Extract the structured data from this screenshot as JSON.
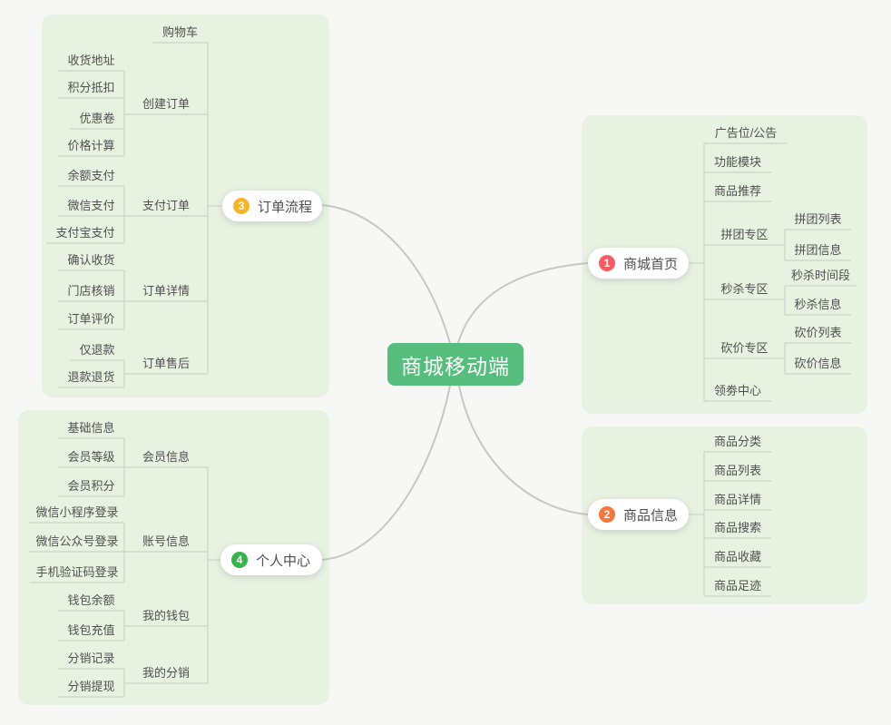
{
  "colors": {
    "page_background": "#f7f8f6",
    "panel_background": "#e8f2e1",
    "tree_line": "#c9ccc4",
    "curve_line": "#c6c6c6",
    "center_node": "#57bd7c",
    "topic_text": "#4f4f4f"
  },
  "center": {
    "label": "商城移动端"
  },
  "branches": [
    {
      "id": "home",
      "number": "1",
      "label": "商城首页",
      "badge_color": "#f55f63",
      "children": [
        {
          "id": "ad",
          "label": "广告位/公告"
        },
        {
          "id": "modules",
          "label": "功能模块"
        },
        {
          "id": "recommend",
          "label": "商品推荐"
        },
        {
          "id": "groupbuy",
          "label": "拼团专区",
          "children": [
            {
              "id": "groupbuy-list",
              "label": "拼团列表"
            },
            {
              "id": "groupbuy-info",
              "label": "拼团信息"
            }
          ]
        },
        {
          "id": "seckill",
          "label": "秒杀专区",
          "children": [
            {
              "id": "seckill-time",
              "label": "秒杀时间段"
            },
            {
              "id": "seckill-info",
              "label": "秒杀信息"
            }
          ]
        },
        {
          "id": "bargain",
          "label": "砍价专区",
          "children": [
            {
              "id": "bargain-list",
              "label": "砍价列表"
            },
            {
              "id": "bargain-info",
              "label": "砍价信息"
            }
          ]
        },
        {
          "id": "coupon-center",
          "label": "领劵中心"
        }
      ]
    },
    {
      "id": "product",
      "number": "2",
      "label": "商品信息",
      "badge_color": "#f8773c",
      "children": [
        {
          "id": "product-category",
          "label": "商品分类"
        },
        {
          "id": "product-list",
          "label": "商品列表"
        },
        {
          "id": "product-detail",
          "label": "商品详情"
        },
        {
          "id": "product-search",
          "label": "商品搜索"
        },
        {
          "id": "product-favorite",
          "label": "商品收藏"
        },
        {
          "id": "product-footprint",
          "label": "商品足迹"
        }
      ]
    },
    {
      "id": "order",
      "number": "3",
      "label": "订单流程",
      "badge_color": "#f7b52b",
      "children": [
        {
          "id": "cart",
          "label": "购物车"
        },
        {
          "id": "order-create",
          "label": "创建订单",
          "children": [
            {
              "id": "address",
              "label": "收货地址"
            },
            {
              "id": "points-deduct",
              "label": "积分抵扣"
            },
            {
              "id": "coupon",
              "label": "优惠卷"
            },
            {
              "id": "price-calc",
              "label": "价格计算"
            }
          ]
        },
        {
          "id": "order-pay",
          "label": "支付订单",
          "children": [
            {
              "id": "balance-pay",
              "label": "余额支付"
            },
            {
              "id": "wechat-pay",
              "label": "微信支付"
            },
            {
              "id": "alipay",
              "label": "支付宝支付"
            }
          ]
        },
        {
          "id": "order-detail",
          "label": "订单详情",
          "children": [
            {
              "id": "confirm-receipt",
              "label": "确认收货"
            },
            {
              "id": "store-verify",
              "label": "门店核销"
            },
            {
              "id": "order-review",
              "label": "订单评价"
            }
          ]
        },
        {
          "id": "order-aftersale",
          "label": "订单售后",
          "children": [
            {
              "id": "refund-only",
              "label": "仅退款"
            },
            {
              "id": "refund-return",
              "label": "退款退货"
            }
          ]
        }
      ]
    },
    {
      "id": "profile",
      "number": "4",
      "label": "个人中心",
      "badge_color": "#36b34a",
      "children": [
        {
          "id": "member-info",
          "label": "会员信息",
          "children": [
            {
              "id": "basic-info",
              "label": "基础信息"
            },
            {
              "id": "member-level",
              "label": "会员等级"
            },
            {
              "id": "member-points",
              "label": "会员积分"
            }
          ]
        },
        {
          "id": "account-info",
          "label": "账号信息",
          "children": [
            {
              "id": "wechat-mini-login",
              "label": "微信小程序登录"
            },
            {
              "id": "wechat-official-login",
              "label": "微信公众号登录"
            },
            {
              "id": "phone-code-login",
              "label": "手机验证码登录"
            }
          ]
        },
        {
          "id": "my-wallet",
          "label": "我的钱包",
          "children": [
            {
              "id": "wallet-balance",
              "label": "钱包余额"
            },
            {
              "id": "wallet-recharge",
              "label": "钱包充值"
            }
          ]
        },
        {
          "id": "my-distribution",
          "label": "我的分销",
          "children": [
            {
              "id": "distribution-record",
              "label": "分销记录"
            },
            {
              "id": "distribution-withdraw",
              "label": "分销提现"
            }
          ]
        }
      ]
    }
  ]
}
